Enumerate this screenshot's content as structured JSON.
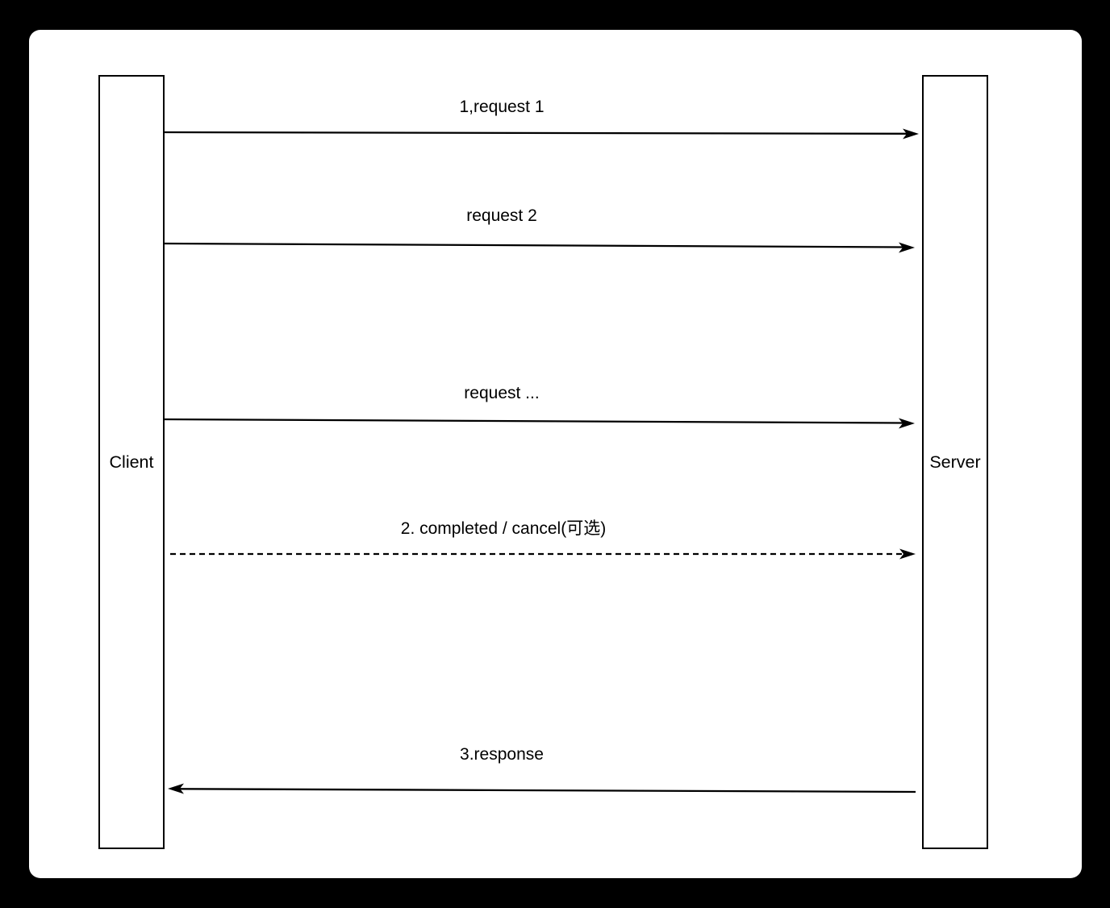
{
  "diagram": {
    "type": "sequence-diagram",
    "actors": [
      {
        "id": "client",
        "label": "Client"
      },
      {
        "id": "server",
        "label": "Server"
      }
    ],
    "messages": [
      {
        "label": "1,request 1",
        "from": "Client",
        "to": "Server",
        "line_style": "solid"
      },
      {
        "label": "request 2",
        "from": "Client",
        "to": "Server",
        "line_style": "solid"
      },
      {
        "label": "request ...",
        "from": "Client",
        "to": "Server",
        "line_style": "solid"
      },
      {
        "label": "2. completed / cancel(可选)",
        "from": "Client",
        "to": "Server",
        "line_style": "dashed"
      },
      {
        "label": "3.response",
        "from": "Server",
        "to": "Client",
        "line_style": "solid"
      }
    ],
    "colors": {
      "frame_background": "#000000",
      "canvas_background": "#ffffff",
      "ink": "#000000"
    }
  }
}
